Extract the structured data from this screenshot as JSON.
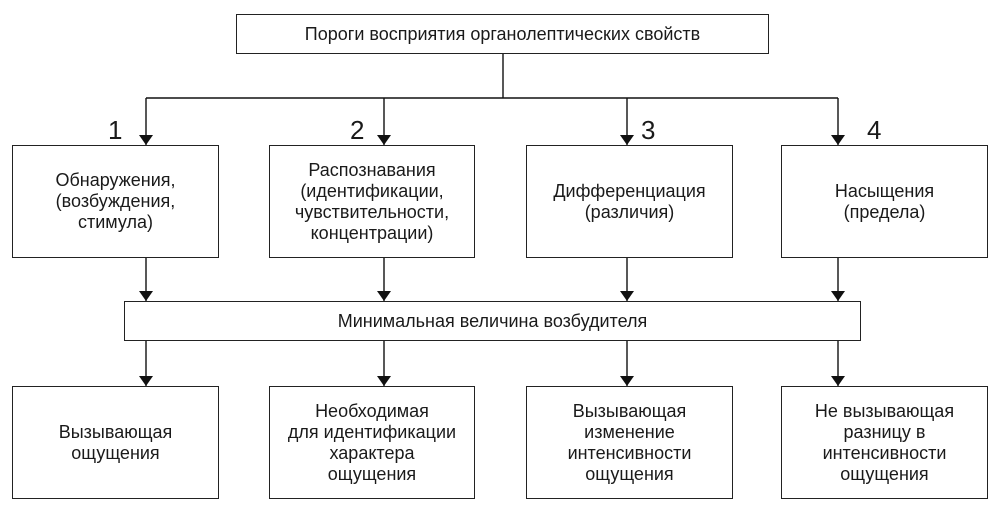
{
  "title": "Пороги восприятия органолептических свойств",
  "middle": "Минимальная величина возбудителя",
  "columns": [
    {
      "number": "1",
      "top": "Обнаружения,\n(возбуждения,\nстимула)",
      "bottom": "Вызывающая\nощущения"
    },
    {
      "number": "2",
      "top": "Распознавания\n(идентификации,\nчувствительности,\nконцентрации)",
      "bottom": "Необходимая\nдля идентификации\nхарактера\nощущения"
    },
    {
      "number": "3",
      "top": "Дифференциация\n(различия)",
      "bottom": "Вызывающая\nизменение\nинтенсивности\nощущения"
    },
    {
      "number": "4",
      "top": "Насыщения\n(предела)",
      "bottom": "Не вызывающая\nразницу в\nинтенсивности\nощущения"
    }
  ]
}
